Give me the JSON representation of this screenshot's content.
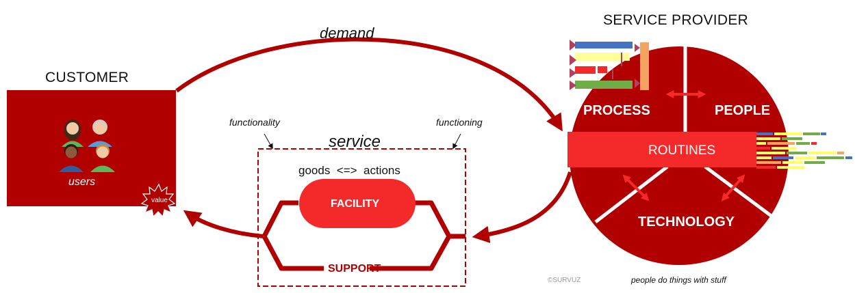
{
  "customer": {
    "title": "CUSTOMER",
    "users_label": "users",
    "value_badge": "value",
    "icon": "users-group-icon"
  },
  "provider": {
    "title": "SERVICE PROVIDER",
    "process": "PROCESS",
    "people": "PEOPLE",
    "routines": "ROUTINES",
    "technology": "TECHNOLOGY",
    "tagline": "people do things with stuff"
  },
  "flow": {
    "demand": "demand",
    "functionality": "functionality",
    "functioning": "functioning"
  },
  "service": {
    "title": "service",
    "goods_actions": "goods  <=>  actions",
    "facility": "FACILITY",
    "support": "SUPPORT"
  },
  "copyright": "©SURVUZ",
  "colors": {
    "dark_red": "#b00000",
    "bright_red": "#f42a2a",
    "white": "#ffffff"
  }
}
